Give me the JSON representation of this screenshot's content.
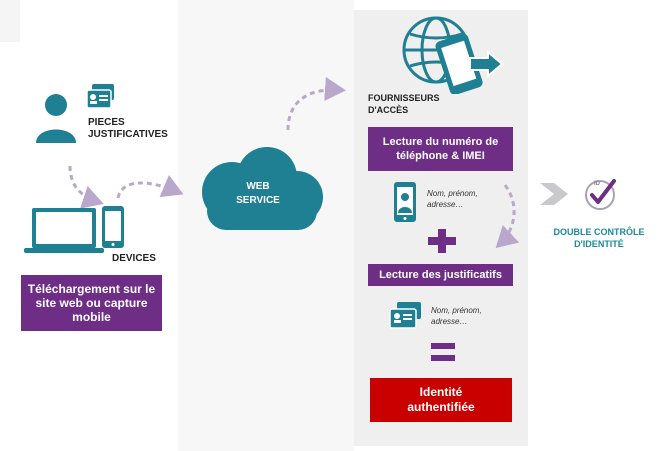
{
  "user": {
    "pieces_line1": "PIECES",
    "pieces_line2": "JUSTIFICATIVES"
  },
  "devices": {
    "label": "DEVICES"
  },
  "upload_box": {
    "line1": "Téléchargement sur le",
    "line2": "site web ou capture",
    "line3": "mobile"
  },
  "cloud": {
    "line1": "WEB",
    "line2": "SERVICE"
  },
  "providers": {
    "line1": "FOURNISSEURS",
    "line2": "D'ACCÈS"
  },
  "phone_read_box": {
    "line1": "Lecture du numéro de",
    "line2": "téléphone & IMEI"
  },
  "phone_details": {
    "line1": "Nom, prénom,",
    "line2": "adresse…"
  },
  "docs_read_box": {
    "label": "Lecture des justificatifs"
  },
  "doc_details": {
    "line1": "Nom, prénom,",
    "line2": "adresse…"
  },
  "identity_box": {
    "line1": "Identité",
    "line2": "authentifiée"
  },
  "double_check": {
    "line1": "DOUBLE CONTRÔLE",
    "line2": "D'IDENTITÉ",
    "badge_text": "ID"
  },
  "colors": {
    "purple": "#6e2e86",
    "red": "#c90000",
    "teal": "#1f7f93",
    "cloud": "#1f7f93",
    "arrow_dashed": "#b9a7cc",
    "check": "#6e2e86"
  }
}
